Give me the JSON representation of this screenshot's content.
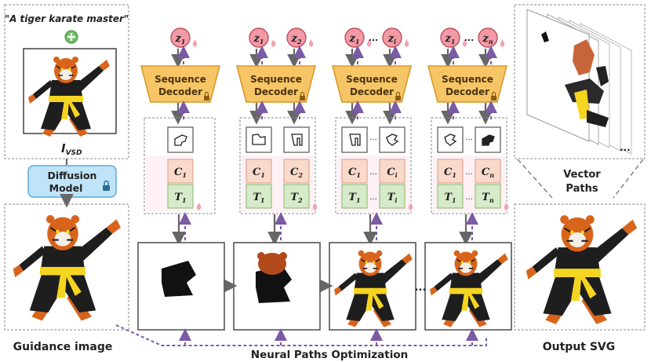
{
  "prompt": "\"A tiger karate master\"",
  "ivsd": {
    "main": "I",
    "sub": "VSD"
  },
  "diffusion_model": {
    "line1": "Diffusion",
    "line2": "Model"
  },
  "guidance_label": "Guidance image",
  "output_label": "Output SVG",
  "vector_paths": {
    "line1": "Vector",
    "line2": "Paths"
  },
  "neural_paths": "Neural Paths Optimization",
  "decoder": {
    "line1": "Sequence",
    "line2": "Decoder"
  },
  "ellipsis": "...",
  "stages": [
    {
      "z": [
        {
          "m": "z",
          "s": "1"
        }
      ],
      "c": [
        {
          "m": "C",
          "s": "1"
        }
      ],
      "t": [
        {
          "m": "T",
          "s": "1"
        }
      ]
    },
    {
      "z": [
        {
          "m": "z",
          "s": "1"
        },
        {
          "m": "z",
          "s": "2"
        }
      ],
      "c": [
        {
          "m": "C",
          "s": "1"
        },
        {
          "m": "C",
          "s": "2"
        }
      ],
      "t": [
        {
          "m": "T",
          "s": "1"
        },
        {
          "m": "T",
          "s": "2"
        }
      ]
    },
    {
      "z": [
        {
          "m": "z",
          "s": "1"
        },
        {
          "m": "z",
          "s": "i"
        }
      ],
      "c": [
        {
          "m": "C",
          "s": "1"
        },
        {
          "m": "C",
          "s": "i"
        }
      ],
      "t": [
        {
          "m": "T",
          "s": "1"
        },
        {
          "m": "T",
          "s": "i"
        }
      ]
    },
    {
      "z": [
        {
          "m": "z",
          "s": "1"
        },
        {
          "m": "z",
          "s": "n"
        }
      ],
      "c": [
        {
          "m": "C",
          "s": "1"
        },
        {
          "m": "C",
          "s": "n"
        }
      ],
      "t": [
        {
          "m": "T",
          "s": "1"
        },
        {
          "m": "T",
          "s": "n"
        }
      ]
    }
  ],
  "colors": {
    "z_fill": "#f29aa5",
    "z_stroke": "#c0505f",
    "decoder_fill": "#f6c565",
    "decoder_stroke": "#d99a2b",
    "c_fill": "#f9d9c9",
    "t_fill": "#d6ebc9",
    "diffusion_fill": "#bfe3f7",
    "diffusion_stroke": "#5aa6d6",
    "purple": "#7b5aa6",
    "tiger_orange": "#d8641c",
    "belt": "#f6d520"
  },
  "icons": [
    "plus-icon",
    "lock-icon",
    "fire-icon",
    "tiger-figure",
    "path-glyph"
  ]
}
